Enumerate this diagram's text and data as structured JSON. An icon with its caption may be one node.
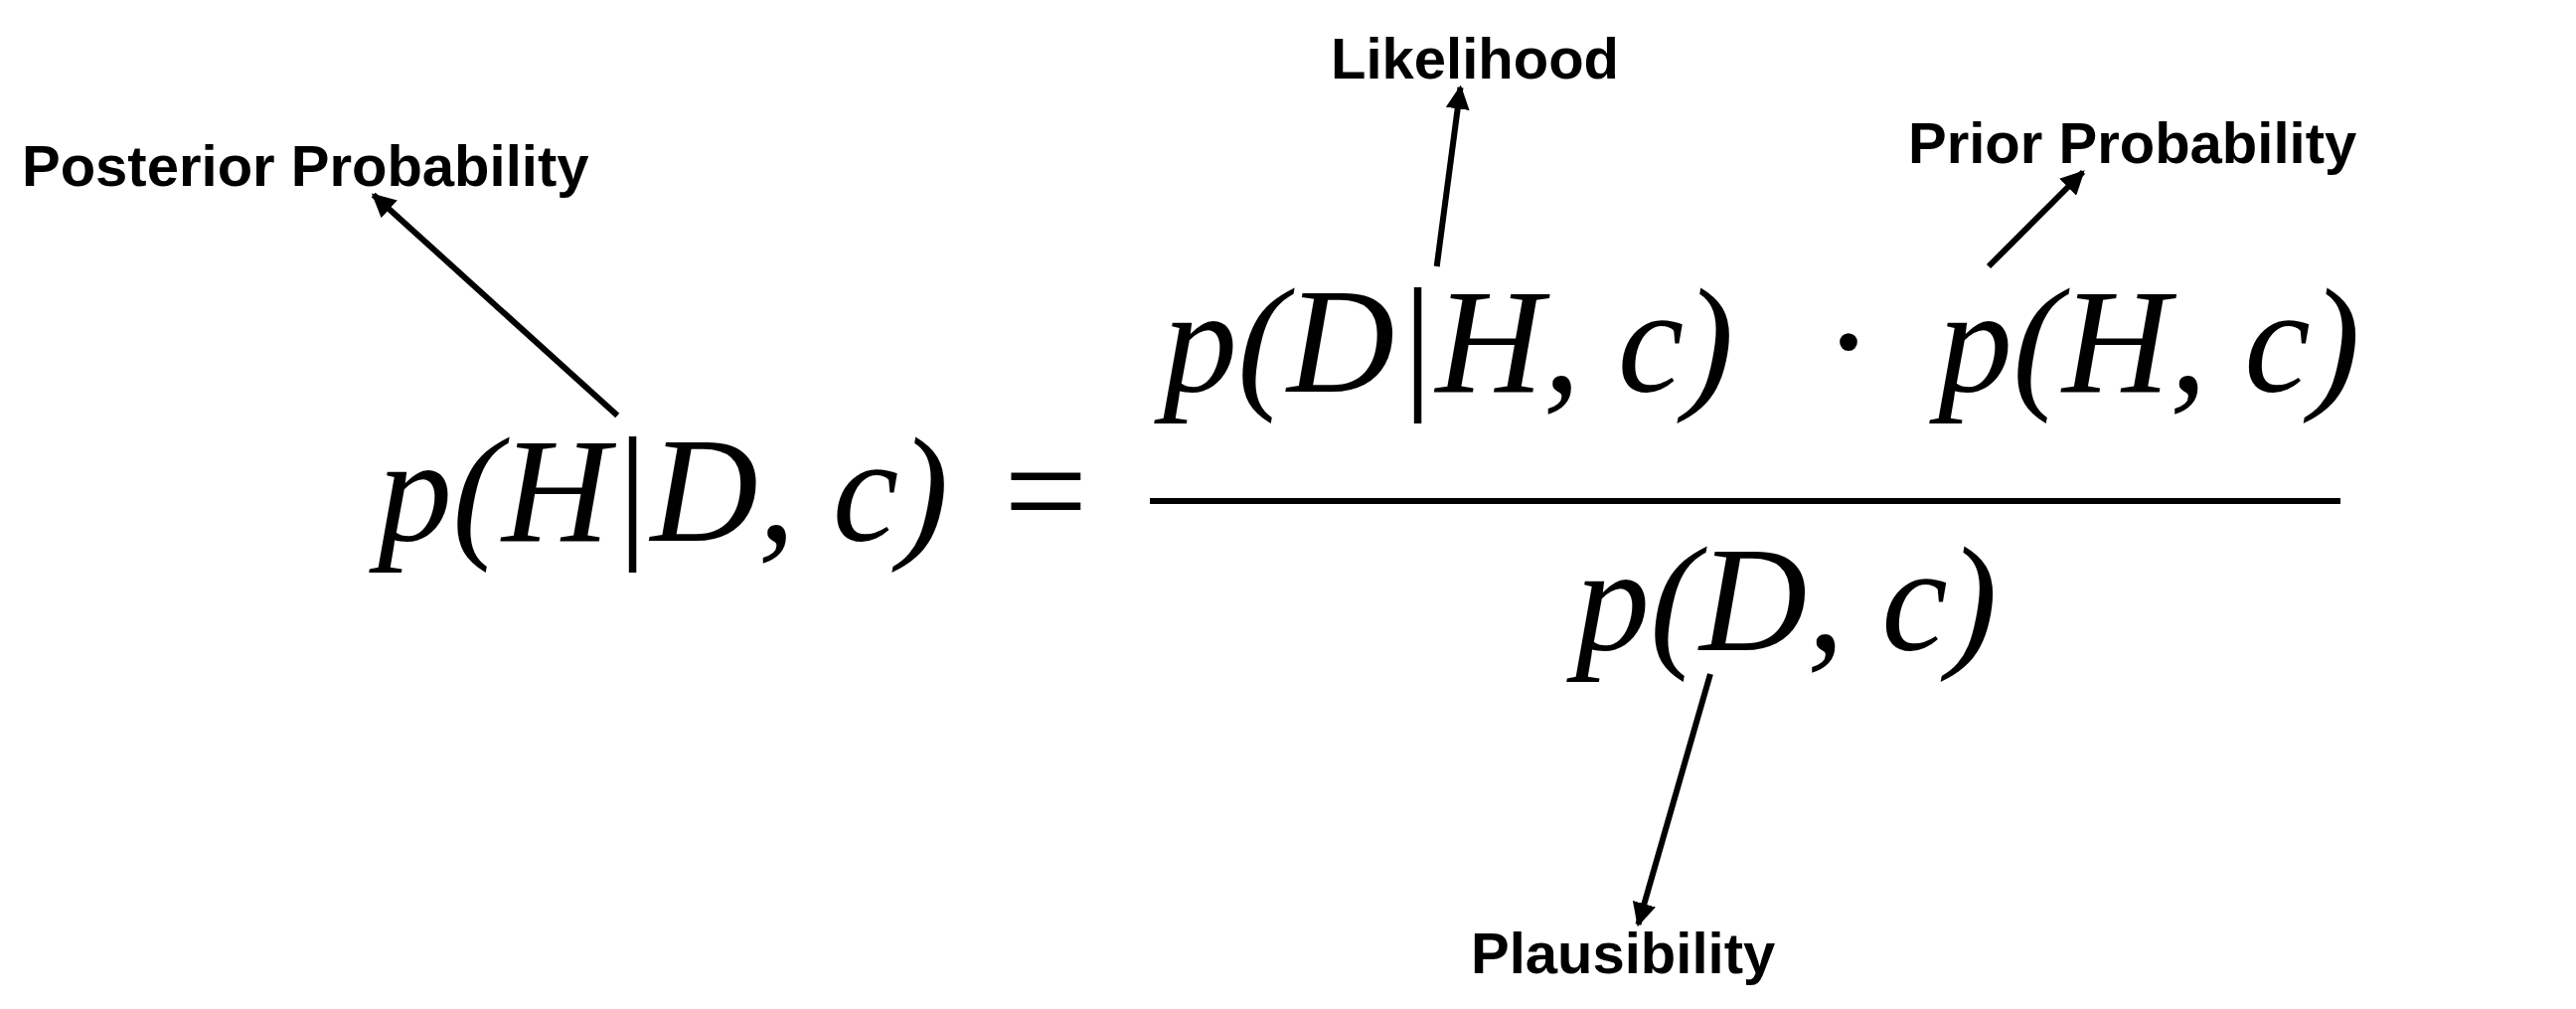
{
  "diagram": {
    "nodes": [
      {
        "text": [
          "Posterior Probability"
        ]
      },
      {
        "text": [
          "Likelihood"
        ]
      },
      {
        "text": [
          "Prior Probability"
        ]
      },
      {
        "text": [
          "p(H|D, c)"
        ]
      },
      {
        "text": [
          "p(D|H, c)"
        ]
      },
      {
        "text": [
          "p(H, c)"
        ]
      },
      {
        "text": [
          "p(D, c)"
        ]
      },
      {
        "text": [
          "Plausibility"
        ]
      }
    ],
    "edges": [
      {
        "from": 3,
        "to": 0,
        "arrow": "to"
      },
      {
        "from": 4,
        "to": 1,
        "arrow": "to"
      },
      {
        "from": 5,
        "to": 2,
        "arrow": "to"
      },
      {
        "from": 6,
        "to": 7,
        "arrow": "to"
      }
    ],
    "labels": [
      "=",
      "·"
    ]
  }
}
